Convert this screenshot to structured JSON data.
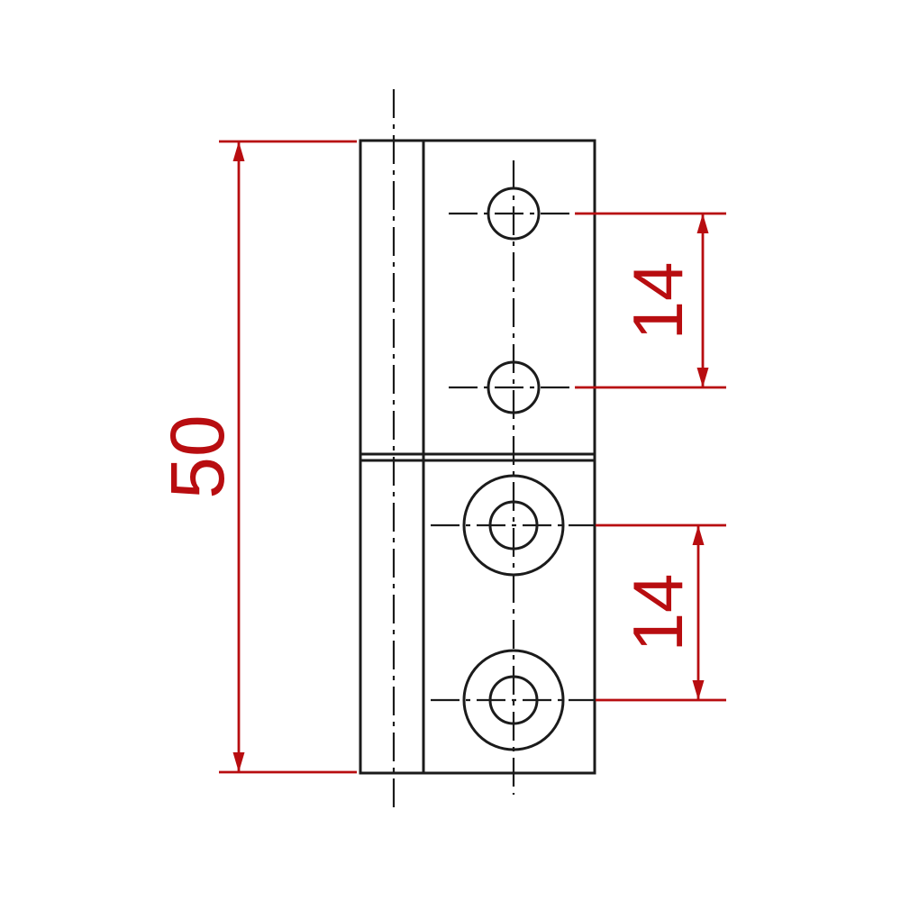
{
  "drawing": {
    "kind": "hinge-engineering-drawing",
    "dimensions": {
      "overall_length": {
        "label": "50"
      },
      "upper_hole_spacing": {
        "label": "14"
      },
      "lower_hole_spacing": {
        "label": "14"
      }
    },
    "colors": {
      "geometry": "#1b1b1b",
      "dimension": "#b80d10",
      "background": "#ffffff"
    }
  }
}
